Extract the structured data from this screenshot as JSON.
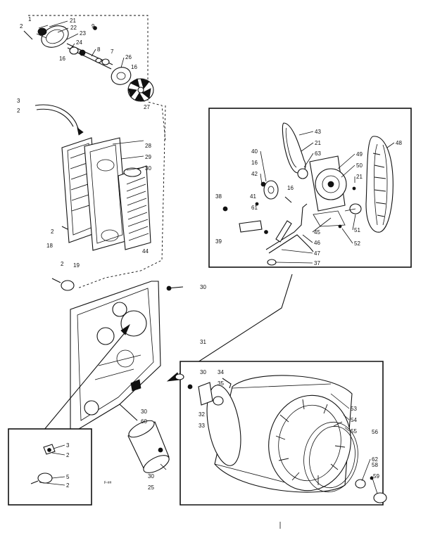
{
  "labels": {
    "l2a": "2",
    "l1a": "1",
    "l21a": "21",
    "l22a": "22",
    "l23a": "23",
    "l9a": "9",
    "l24a": "24",
    "l8a": "8",
    "l7a": "7",
    "l16a": "16",
    "l26a": "26",
    "l16b": "16",
    "l27a": "27",
    "l3a": "3",
    "l2b": "2",
    "l28a": "28",
    "l29a": "29",
    "l30a": "30",
    "l2c": "2",
    "l18a": "18",
    "l44a": "44",
    "l2d": "2",
    "l19a": "19",
    "l30b": "30",
    "l43": "43",
    "l21b": "21",
    "l63": "63",
    "l48": "48",
    "l49": "49",
    "l50": "50",
    "l21c": "21",
    "l40": "40",
    "l16c": "16",
    "l42": "42",
    "l16d": "16",
    "l38": "38",
    "l41": "41",
    "l61": "61",
    "l39": "39",
    "l45": "45",
    "l46": "46",
    "l47": "47",
    "l37": "37",
    "l51": "51",
    "l52": "52",
    "l31": "31",
    "l30c": "30",
    "l34": "34",
    "l35a": "35",
    "l32": "32",
    "l33": "33",
    "l30d": "30",
    "l60": "60",
    "l53": "53",
    "l54": "54",
    "l55": "55",
    "l56": "56",
    "l62": "62",
    "l58": "58",
    "l59": "59",
    "l30e": "30",
    "l25": "25",
    "l3b": "3",
    "l2e": "2",
    "l5": "5",
    "l2f": "2"
  }
}
